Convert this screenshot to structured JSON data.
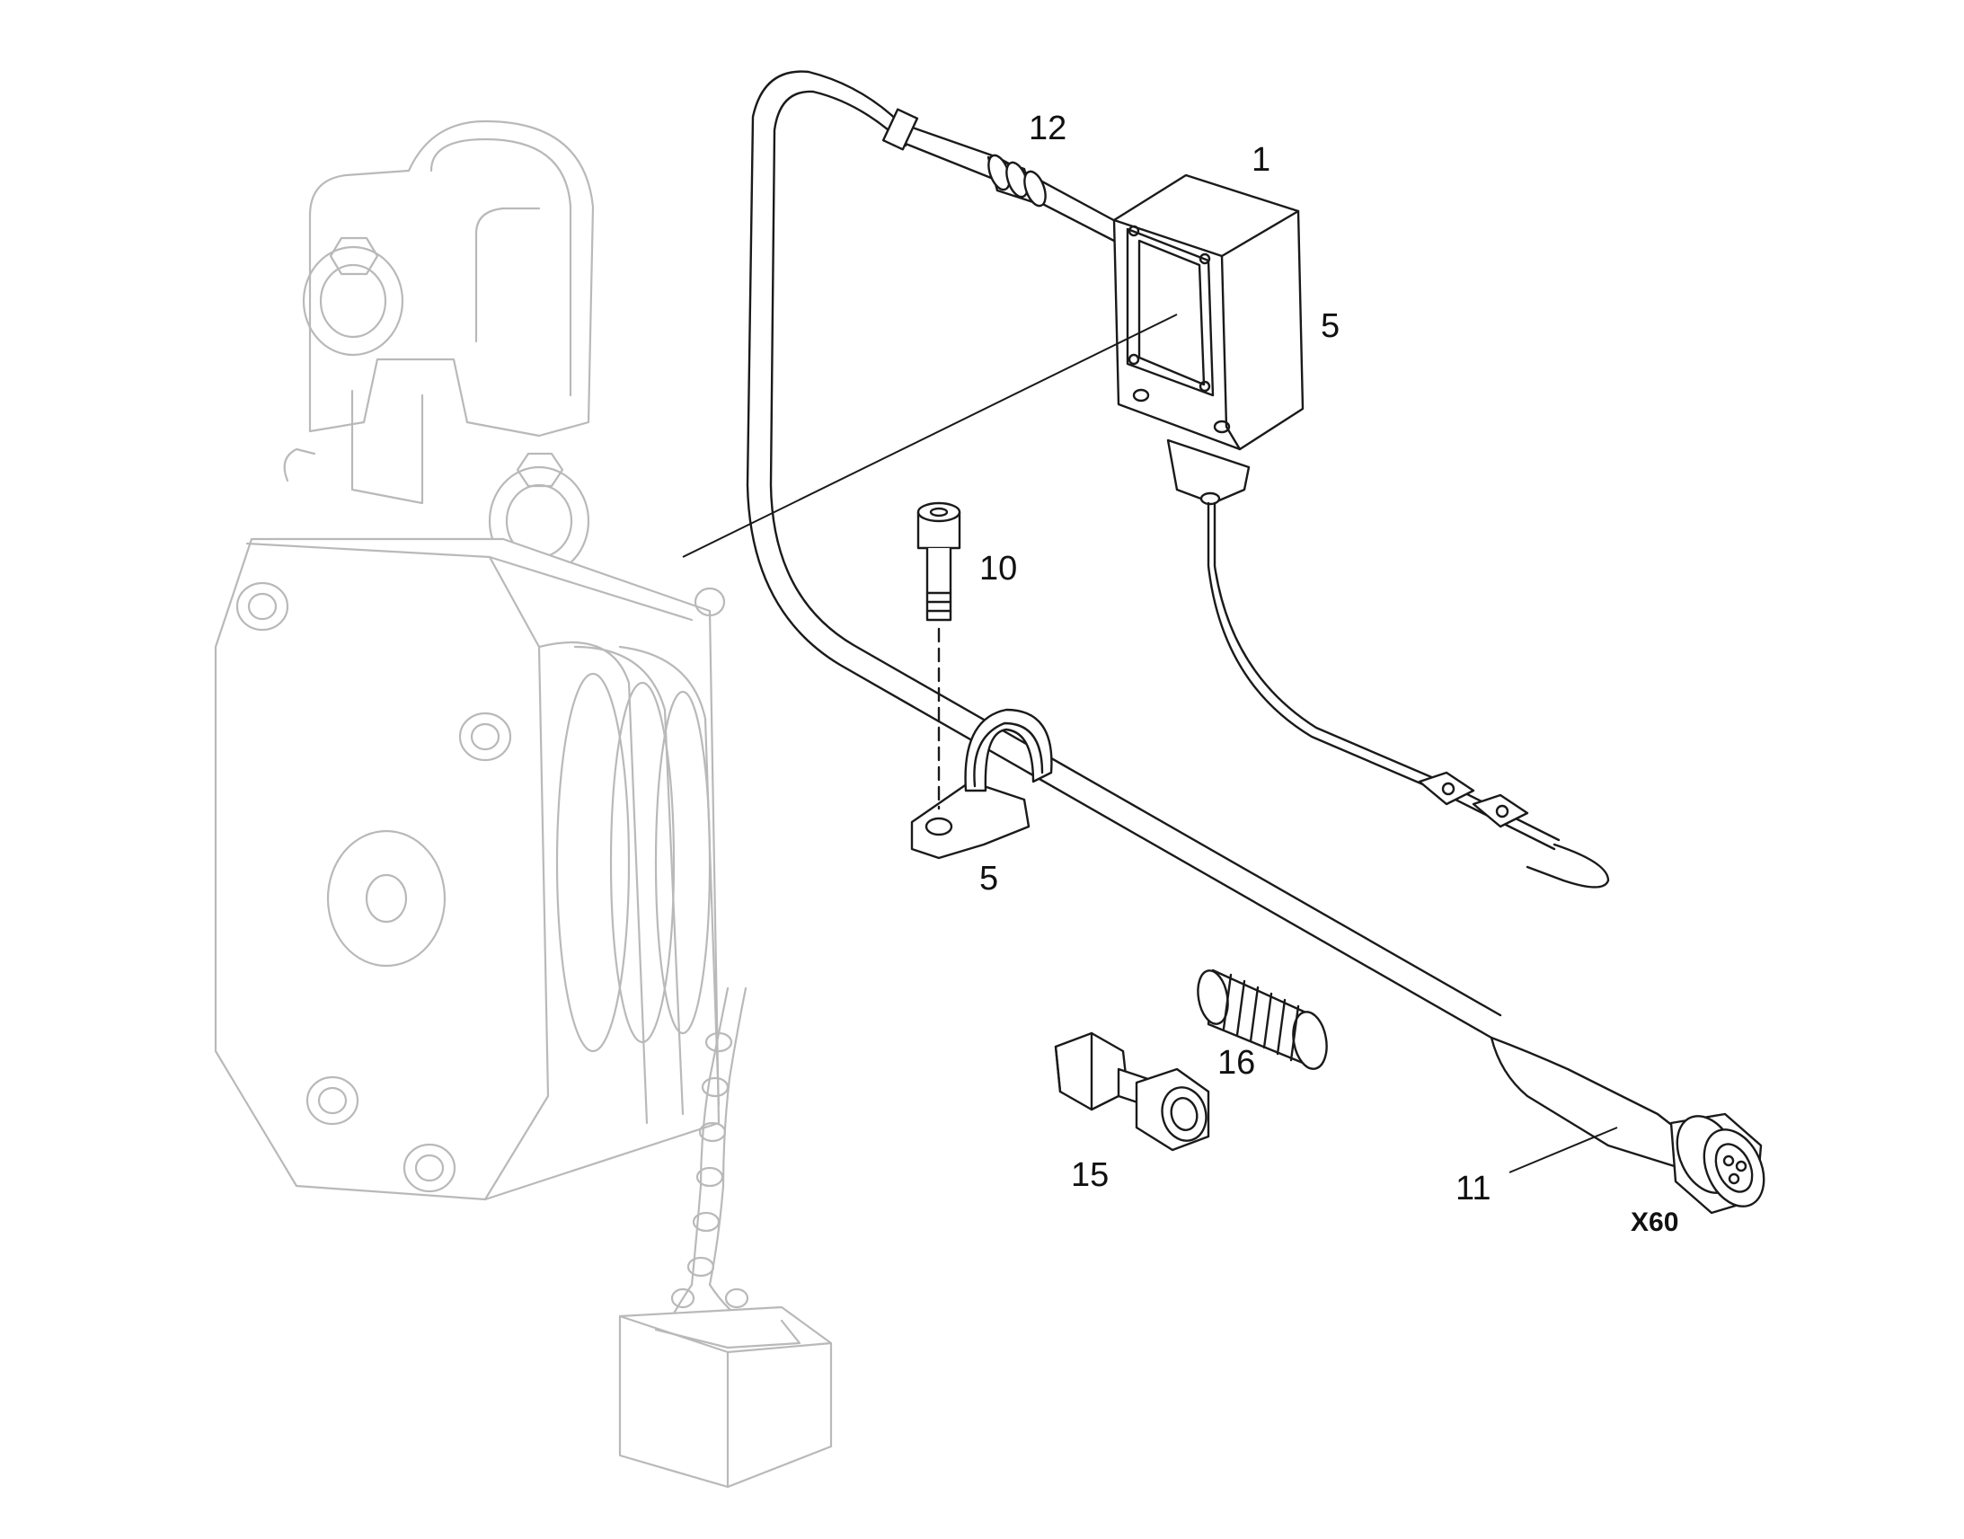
{
  "callouts": {
    "part_1": "1",
    "part_5_sensor": "5",
    "part_5_clamp": "5",
    "part_10": "10",
    "part_11": "11",
    "part_12": "12",
    "part_15": "15",
    "part_16": "16"
  },
  "connector_label": "X60"
}
